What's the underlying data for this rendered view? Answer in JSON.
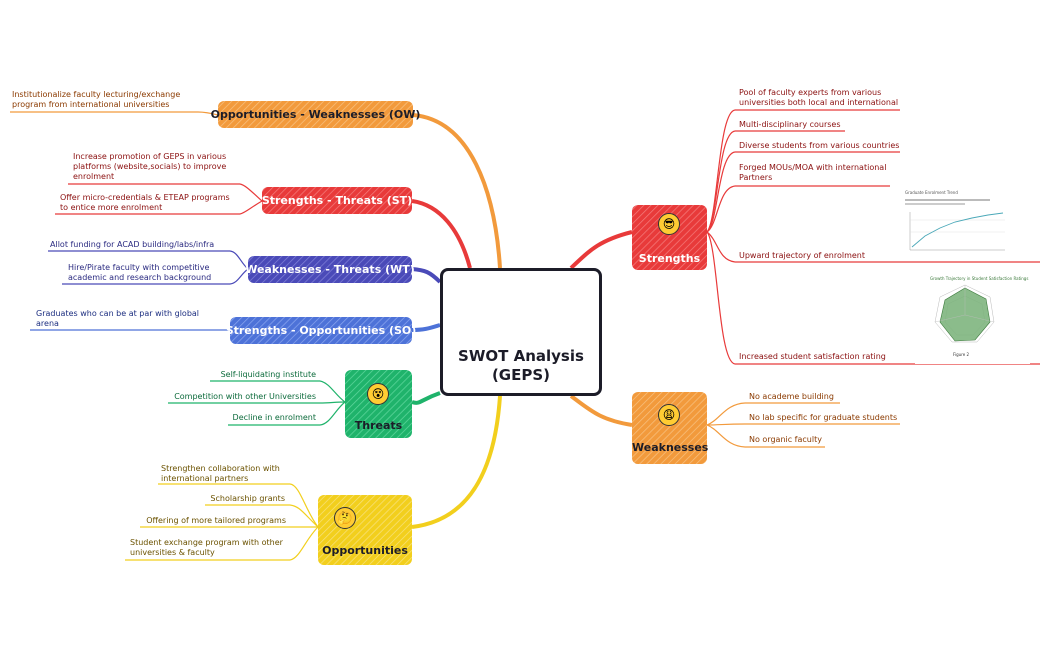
{
  "center": {
    "title": "SWOT Analysis",
    "subtitle": "(GEPS)"
  },
  "strengths": {
    "label": "Strengths",
    "emoji": "😎",
    "color": "#e83a3a",
    "items": [
      "Pool of faculty experts from various universities both local and international",
      "Multi-disciplinary courses",
      "Diverse students from various countries",
      "Forged MOUs/MOA with international Partners",
      "Upward trajectory of enrolment",
      "Increased student satisfaction rating"
    ],
    "chart1_title": "Graduate Enrolment Trend",
    "chart2_title": "Growth Trajectory in Student Satisfaction Ratings",
    "chart2_caption": "Figure 2"
  },
  "weaknesses": {
    "label": "Weaknesses",
    "emoji": "😩",
    "color": "#f29a3c",
    "items": [
      "No academe building",
      "No lab specific for graduate students",
      "No organic faculty"
    ]
  },
  "threats": {
    "label": "Threats",
    "emoji": "😵",
    "color": "#1fb36b",
    "items": [
      "Self-liquidating institute",
      "Competition with other Universities",
      "Decline in enrolment"
    ]
  },
  "opportunities": {
    "label": "Opportunities",
    "emoji": "🤔",
    "color": "#f2cf1d",
    "items": [
      "Strengthen collaboration with international partners",
      "Scholarship grants",
      "Offering of more tailored programs",
      "Student exchange program with other universities & faculty"
    ]
  },
  "ow": {
    "label": "Opportunities - Weaknesses (OW)",
    "color": "#f29a3c",
    "items": [
      "Institutionalize faculty lecturing/exchange program from international universities"
    ]
  },
  "st": {
    "label": "Strengths - Threats (ST)",
    "color": "#e83a3a",
    "items": [
      "Increase promotion of GEPS in various platforms (website,socials) to improve enrolment",
      "Offer micro-credentials & ETEAP programs to entice more enrolment"
    ]
  },
  "wt": {
    "label": "Weaknesses - Threats (WT)",
    "color": "#4a4ab8",
    "items": [
      "Allot funding for ACAD building/labs/infra",
      "Hire/Pirate faculty with competitive academic and research background"
    ]
  },
  "so": {
    "label": "Strengths - Opportunities (SO)",
    "color": "#4d72d8",
    "items": [
      "Graduates who can be at par with global arena"
    ]
  }
}
